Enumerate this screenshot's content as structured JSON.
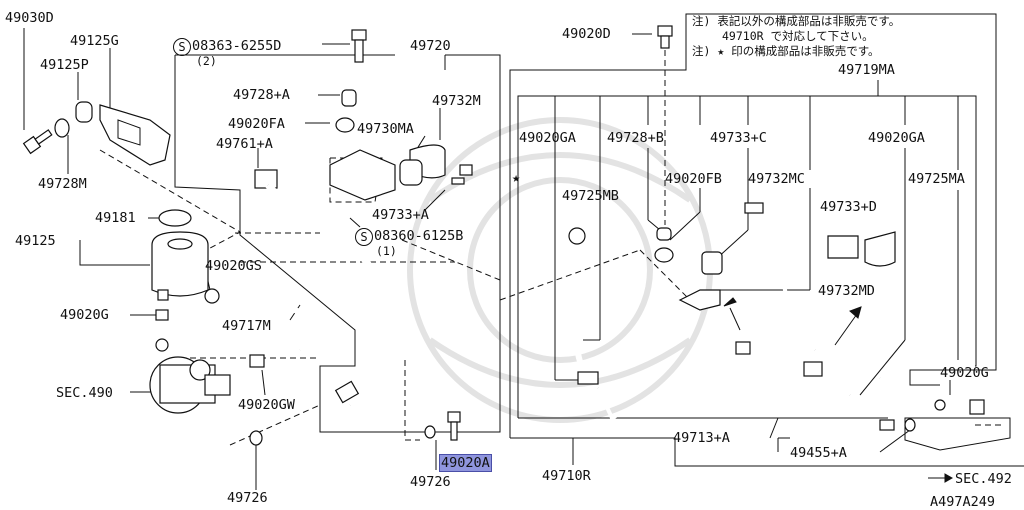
{
  "labels": {
    "p49030D": "49030D",
    "p49125G": "49125G",
    "p49125P": "49125P",
    "p49728M": "49728M",
    "sref1": "08363-6255D",
    "sref1_qty": "(2)",
    "sref2": "08360-6125B",
    "sref2_qty": "(1)",
    "p49720": "49720",
    "p49728A": "49728+A",
    "p49020FA": "49020FA",
    "p49732M": "49732M",
    "p49730MA": "49730MA",
    "p49761A": "49761+A",
    "p49733A": "49733+A",
    "p49181": "49181",
    "p49125": "49125",
    "p49020GS": "49020GS",
    "p49020G_left": "49020G",
    "p49717M": "49717M",
    "sec490": "SEC.490",
    "p49020GW": "49020GW",
    "p49726_a": "49726",
    "p49726_b": "49726",
    "p49020A": "49020A",
    "p49710R": "49710R",
    "p49020D": "49020D",
    "p49719MA": "49719MA",
    "p49020GA_a": "49020GA",
    "p49728B": "49728+B",
    "p49733C": "49733+C",
    "p49020GA_b": "49020GA",
    "p49725MB": "49725MB",
    "p49020FB": "49020FB",
    "p49732MC": "49732MC",
    "p49725MA": "49725MA",
    "p49733D": "49733+D",
    "p49732MD": "49732MD",
    "p49020G_right": "49020G",
    "p49713A": "49713+A",
    "p49455A": "49455+A",
    "sec492": "SEC.492",
    "drawing_id": "A497A249"
  },
  "notes": {
    "line1": "注) 表記以外の構成部品は非販売です。",
    "line2": "49710R で対応して下さい。",
    "line3": "注) ★ 印の構成部品は非販売です。"
  },
  "symbols": {
    "s_circle": "S",
    "star": "★",
    "arrow_right": "→"
  },
  "highlight_color": "#8f95dd"
}
